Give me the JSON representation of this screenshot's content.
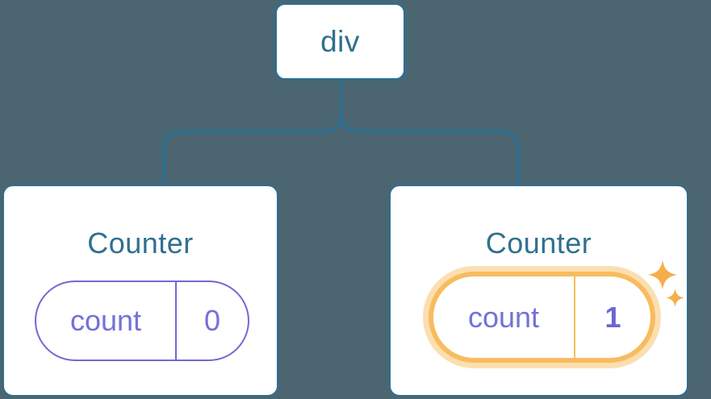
{
  "diagram": {
    "description": "React component tree: a div root with two Counter children; the second Counter's state was updated",
    "background_color": "#4b6670",
    "root_node": {
      "label": "div"
    },
    "connector_color": "#2f6e91",
    "cards": [
      {
        "title": "Counter",
        "state": {
          "key": "count",
          "value": "0"
        },
        "highlighted": false
      },
      {
        "title": "Counter",
        "state": {
          "key": "count",
          "value": "1"
        },
        "highlighted": true
      }
    ],
    "colors": {
      "node_text_blue": "#30708f",
      "node_border_blue": "#2f6e91",
      "card_background": "#ffffff",
      "state_text_purple": "#7271d9",
      "state_border_purple": "#6e6ad4",
      "highlight_orange": "#f8bc5f",
      "highlight_glow": "#fbdfb0",
      "sparkle_color": "#f5ae49"
    },
    "icons": {
      "sparkle": "✦"
    }
  }
}
